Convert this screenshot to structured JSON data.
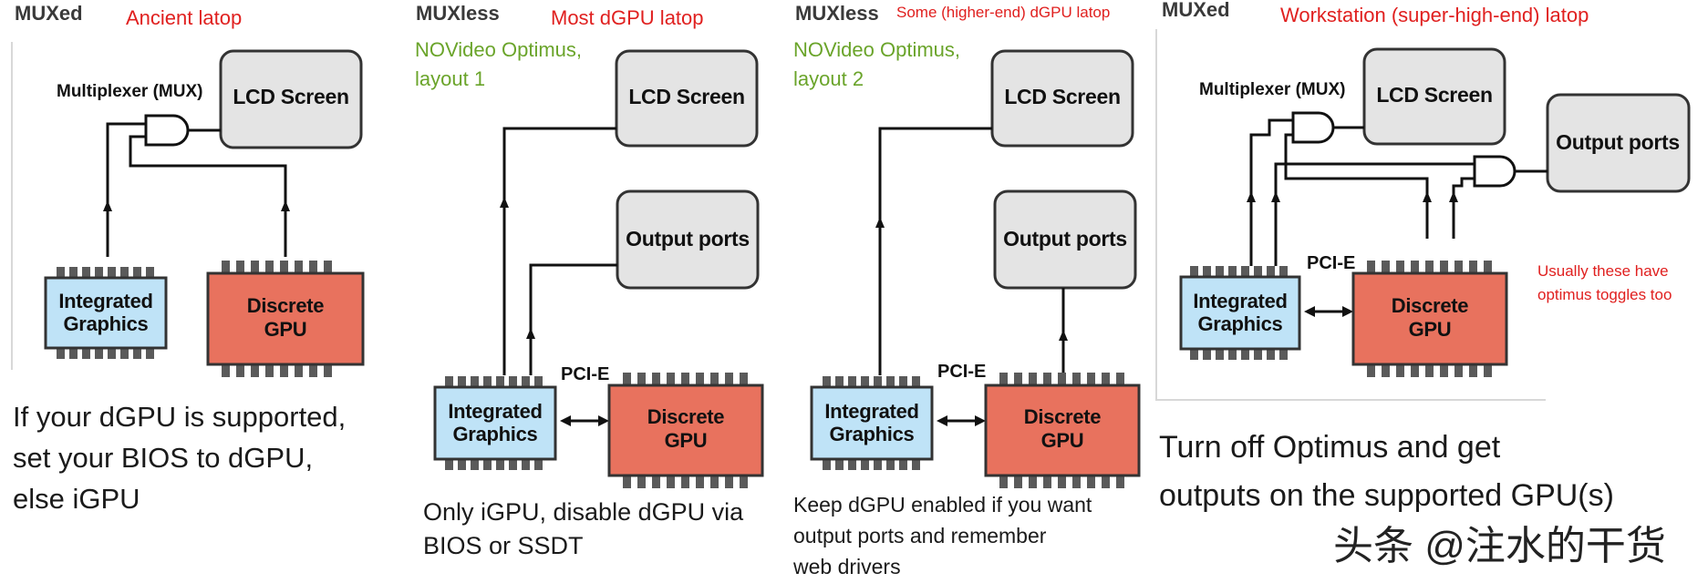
{
  "panels": [
    {
      "header": "MUXed",
      "subtitle": "Ancient latop",
      "mux_label": "Multiplexer (MUX)",
      "lcd_label": "LCD Screen",
      "igpu_label": [
        "Integrated",
        "Graphics"
      ],
      "dgpu_label": [
        "Discrete",
        "GPU"
      ],
      "caption": [
        "If your dGPU is supported,",
        "set your BIOS to dGPU,",
        "else iGPU"
      ]
    },
    {
      "header": "MUXless",
      "subtitle": "Most dGPU latop",
      "optimus_label": [
        "NOVideo Optimus,",
        "layout 1"
      ],
      "lcd_label": "LCD Screen",
      "output_label": "Output ports",
      "pcie_label": "PCI-E",
      "igpu_label": [
        "Integrated",
        "Graphics"
      ],
      "dgpu_label": [
        "Discrete",
        "GPU"
      ],
      "caption": [
        "Only iGPU, disable dGPU via",
        "BIOS or SSDT"
      ]
    },
    {
      "header": "MUXless",
      "subtitle": "Some (higher-end) dGPU latop",
      "optimus_label": [
        "NOVideo Optimus,",
        "layout 2"
      ],
      "lcd_label": "LCD Screen",
      "output_label": "Output ports",
      "pcie_label": "PCI-E",
      "igpu_label": [
        "Integrated",
        "Graphics"
      ],
      "dgpu_label": [
        "Discrete",
        "GPU"
      ],
      "caption": [
        "Keep dGPU enabled if you want",
        "output ports and remember",
        "web drivers"
      ]
    },
    {
      "header": "MUXed",
      "subtitle": "Workstation (super-high-end) latop",
      "mux_label": "Multiplexer (MUX)",
      "lcd_label": "LCD Screen",
      "output_label": "Output ports",
      "pcie_label": "PCI-E",
      "igpu_label": [
        "Integrated",
        "Graphics"
      ],
      "dgpu_label": [
        "Discrete",
        "GPU"
      ],
      "note": [
        "Usually these have",
        "optimus toggles too"
      ],
      "caption": [
        "Turn off Optimus and get",
        "outputs on the supported GPU(s)"
      ]
    }
  ],
  "watermark": "头条 @注水的干货",
  "colors": {
    "screen_box": "#e4e4e4",
    "igpu_chip": "#bfe3f7",
    "dgpu_chip": "#e8725e",
    "pins": "#5a5a5a",
    "subtitle_red": "#e0201f",
    "optimus_green": "#6aa42a"
  }
}
